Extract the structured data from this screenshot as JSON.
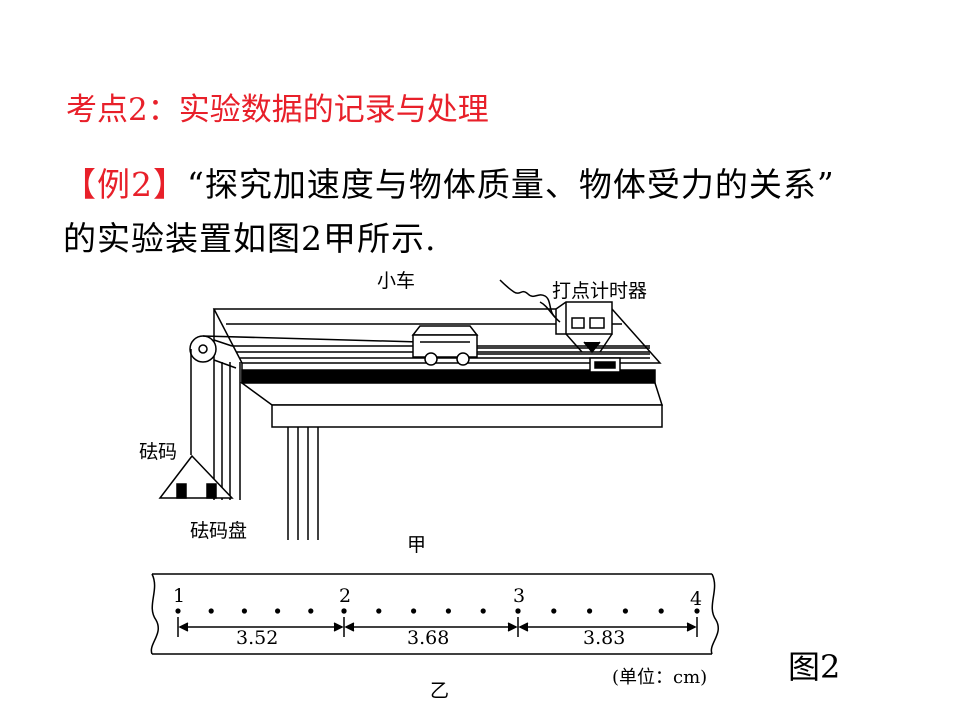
{
  "heading": "考点2：实验数据的记录与处理",
  "example": {
    "tag": "【例2】",
    "line1": "“探究加速度与物体质量、物体受力的关系”",
    "line2": "的实验装置如图2甲所示."
  },
  "apparatus_labels": {
    "cart": "小车",
    "timer": "打点计时器",
    "weight": "砝码",
    "pan": "砝码盘",
    "caption": "甲"
  },
  "tape": {
    "points": [
      "1",
      "2",
      "3",
      "4"
    ],
    "distances": [
      "3.52",
      "3.68",
      "3.83"
    ],
    "unit": "(单位：cm)",
    "caption": "乙"
  },
  "figure_label": "图2"
}
